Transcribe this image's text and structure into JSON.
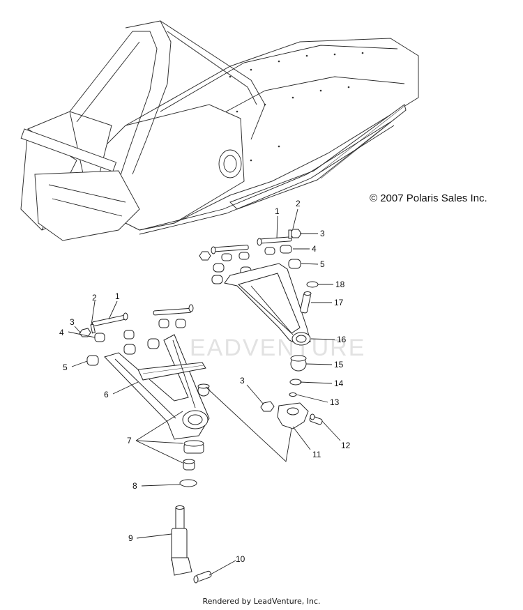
{
  "copyright": "© 2007 Polaris Sales Inc.",
  "footer": "Rendered by LeadVenture, Inc.",
  "watermark": "EADVENTURE",
  "callouts": {
    "r1": "1",
    "r2": "2",
    "r3": "3",
    "r4": "4",
    "r5": "5",
    "r18": "18",
    "r17": "17",
    "r16": "16",
    "r15": "15",
    "r14": "14",
    "r13": "13",
    "r3b": "3",
    "r12": "12",
    "r11": "11",
    "l3": "3",
    "l2": "2",
    "l1": "1",
    "l4": "4",
    "l5": "5",
    "l6": "6",
    "l7": "7",
    "l8": "8",
    "l9": "9",
    "l10": "10"
  }
}
